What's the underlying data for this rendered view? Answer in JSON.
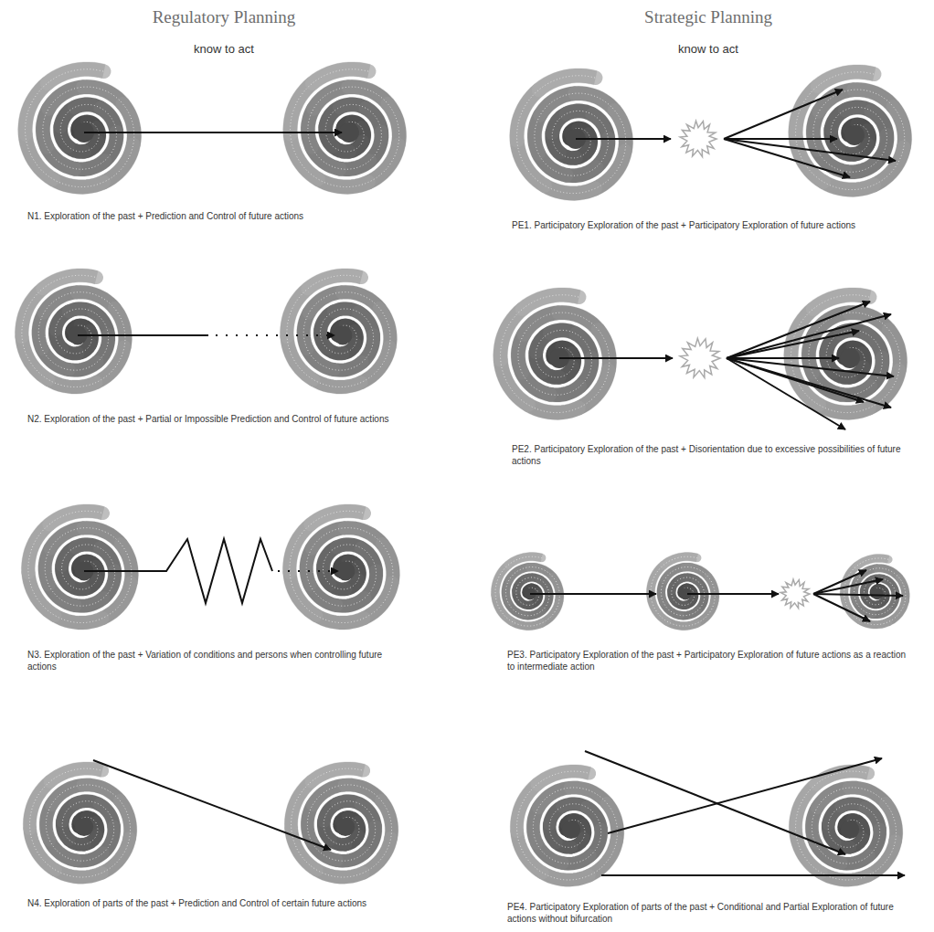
{
  "diagram": {
    "labels": [
      "Regulatory Planning",
      "know to act",
      "Strategic Planning",
      "know to act",
      "N1. Exploration of the past + Prediction and Control of future actions",
      "PE1. Participatory Exploration of the past + Participatory Exploration of future actions",
      "N2. Exploration of the past + Partial or Impossible Prediction and Control of future actions",
      "PE2. Participatory Exploration of the past + Disorientation due to excessive possibilities of future actions",
      "N3. Exploration of the past + Variation of conditions and persons when controlling future actions",
      "PE3. Participatory Exploration of the past + Participatory Exploration of future actions as a reaction to intermediate action",
      "N4. Exploration of parts of the past + Prediction and Control of certain future actions",
      "PE4. Participatory Exploration of parts of the past + Conditional and Partial Exploration of future actions without bifurcation"
    ]
  }
}
